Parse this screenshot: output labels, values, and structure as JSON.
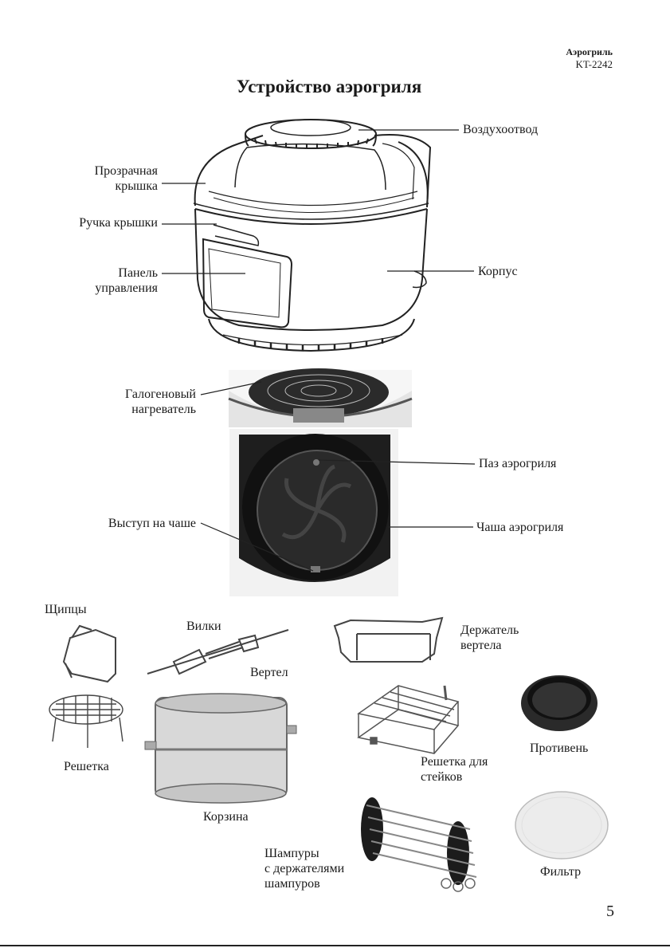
{
  "header": {
    "brand": "Аэрогриль",
    "model": "KT-2242"
  },
  "title": "Устройство аэрогриля",
  "labels": {
    "air_outlet": "Воздухоотвод",
    "lid_line1": "Прозрачная",
    "lid_line2": "крышка",
    "lid_handle": "Ручка крышки",
    "panel_line1": "Панель",
    "panel_line2": "управления",
    "body": "Корпус",
    "heater_line1": "Галогеновый",
    "heater_line2": "нагреватель",
    "groove": "Паз аэрогриля",
    "bowl_tab": "Выступ на чаше",
    "bowl": "Чаша аэрогриля",
    "tongs": "Щипцы",
    "forks": "Вилки",
    "spit": "Вертел",
    "spit_holder_line1": "Держатель",
    "spit_holder_line2": "вертела",
    "rack": "Решетка",
    "basket": "Корзина",
    "steak_rack_line1": "Решетка для",
    "steak_rack_line2": "стейков",
    "tray": "Противень",
    "skewers_line1": "Шампуры",
    "skewers_line2": "с держателями",
    "skewers_line3": "шампуров",
    "filter": "Фильтр"
  },
  "page_number": "5"
}
